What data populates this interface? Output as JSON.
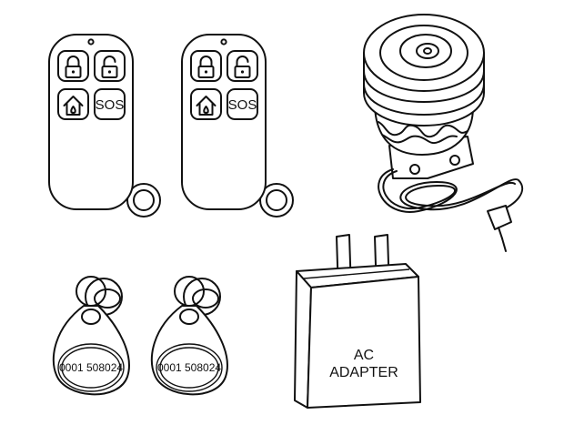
{
  "remotes": [
    {
      "sos_label": "SOS"
    },
    {
      "sos_label": "SOS"
    }
  ],
  "rfid_tags": [
    {
      "id_text": "0001 508024"
    },
    {
      "id_text": "0001 508024"
    }
  ],
  "adapter": {
    "line1": "AC",
    "line2": "ADAPTER"
  },
  "icons": [
    "lock-closed-icon",
    "lock-open-icon",
    "home-icon",
    "sos-button",
    "siren",
    "jack-plug"
  ],
  "colors": {
    "line": "#111111",
    "background": "#ffffff"
  }
}
